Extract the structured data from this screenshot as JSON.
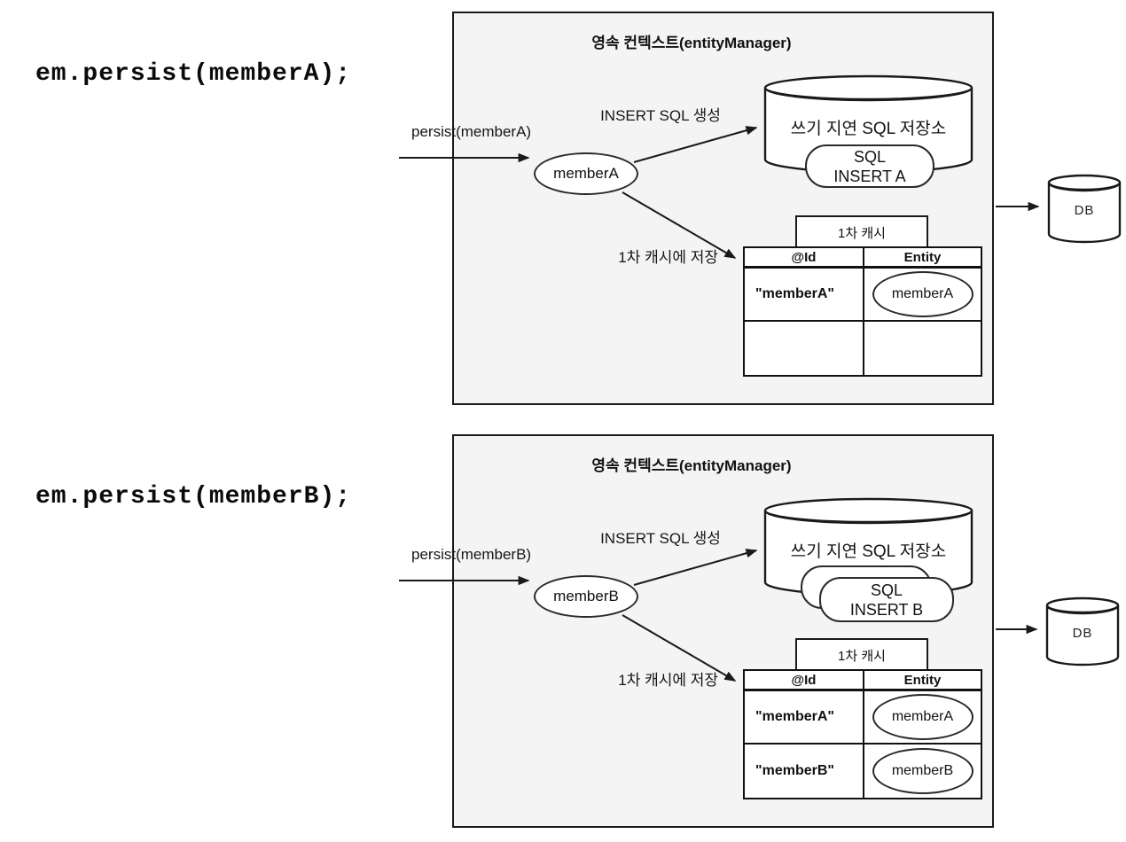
{
  "colors": {
    "background": "#ffffff",
    "panel_fill": "#f4f4f4",
    "stroke": "#1a1a1a",
    "shape_fill": "#ffffff"
  },
  "sections": [
    {
      "code": "em.persist(memberA);",
      "panel_title": "영속 컨텍스트(entityManager)",
      "persist_label": "persist(memberA)",
      "insert_sql_label": "INSERT SQL 생성",
      "entity_name": "memberA",
      "store_label": "쓰기 지연 SQL 저장소",
      "sql_box": {
        "line1": "SQL",
        "line2": "INSERT A"
      },
      "cache_save_label": "1차 캐시에 저장",
      "cache_tab_label": "1차 캐시",
      "table": {
        "headers": [
          "@Id",
          "Entity"
        ],
        "rows": [
          {
            "id": "\"memberA\"",
            "entity": "memberA"
          },
          {
            "id": "",
            "entity": ""
          }
        ]
      },
      "db_label": "DB"
    },
    {
      "code": "em.persist(memberB);",
      "panel_title": "영속 컨텍스트(entityManager)",
      "persist_label": "persist(memberB)",
      "insert_sql_label": "INSERT SQL 생성",
      "entity_name": "memberB",
      "store_label": "쓰기 지연 SQL 저장소",
      "sql_box": {
        "line1": "SQL",
        "line2": "INSERT B"
      },
      "cache_save_label": "1차 캐시에 저장",
      "cache_tab_label": "1차 캐시",
      "table": {
        "headers": [
          "@Id",
          "Entity"
        ],
        "rows": [
          {
            "id": "\"memberA\"",
            "entity": "memberA"
          },
          {
            "id": "\"memberB\"",
            "entity": "memberB"
          }
        ]
      },
      "db_label": "DB"
    }
  ]
}
